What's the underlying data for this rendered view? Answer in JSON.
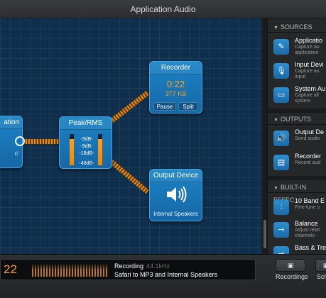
{
  "window": {
    "title": "Application Audio"
  },
  "nodes": {
    "app": {
      "title": "ation",
      "sub": "ri"
    },
    "peak": {
      "title": "Peak/RMS",
      "scale": [
        "-3dB-",
        "-9dB-",
        "-18dB-",
        "-48dB-"
      ],
      "left_level": 0.85,
      "right_level": 0.85
    },
    "recorder": {
      "title": "Recorder",
      "time": "0:22",
      "size": "377 KB",
      "pause_label": "Pause",
      "split_label": "Split"
    },
    "output": {
      "title": "Output Device",
      "device": "Internal Speakers"
    }
  },
  "sidebar": {
    "sources": {
      "header": "SOURCES",
      "items": [
        {
          "name": "Applicatio",
          "desc1": "Capture au",
          "desc2": "application",
          "icon": "app-icon"
        },
        {
          "name": "Input Devi",
          "desc1": "Capture au",
          "desc2": "input",
          "icon": "microphone-icon"
        },
        {
          "name": "System Au",
          "desc1": "Capture all",
          "desc2": "system",
          "icon": "monitor-icon"
        }
      ]
    },
    "outputs": {
      "header": "OUTPUTS",
      "items": [
        {
          "name": "Output De",
          "desc1": "Send audio",
          "icon": "speaker-icon"
        },
        {
          "name": "Recorder",
          "desc1": "Record aud",
          "icon": "document-icon"
        }
      ]
    },
    "effects": {
      "header": "BUILT-IN EFFEC",
      "items": [
        {
          "name": "10 Band E",
          "desc1": "Fine-tune s",
          "icon": "equalizer-icon"
        },
        {
          "name": "Balance",
          "desc1": "Adjust relat",
          "desc2": "channels",
          "icon": "balance-icon"
        },
        {
          "name": "Bass & Tre",
          "icon": "bass-icon"
        }
      ]
    }
  },
  "status": {
    "time": "22",
    "recording_label": "Recording",
    "khz": "44.1kHz",
    "route": "Safari to MP3 and Internal Speakers"
  },
  "toolbar": {
    "recordings_label": "Recordings",
    "sch_label": "Sch"
  }
}
